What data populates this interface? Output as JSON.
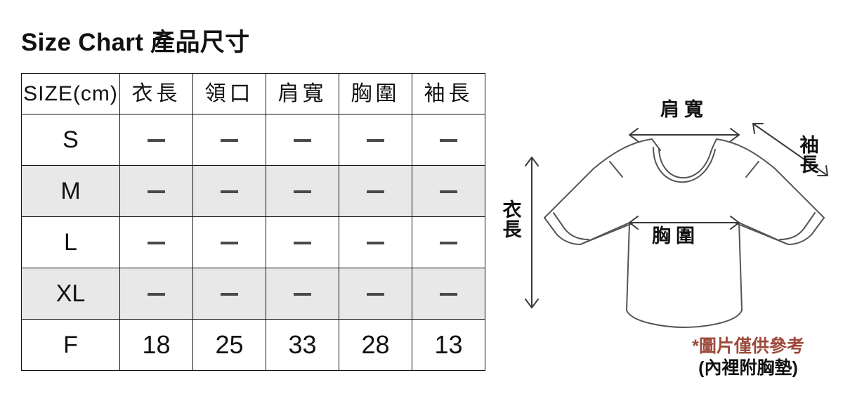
{
  "page": {
    "title": "Size Chart 產品尺寸"
  },
  "table": {
    "columns": [
      "SIZE(cm)",
      "衣長",
      "領口",
      "肩寬",
      "胸圍",
      "袖長"
    ],
    "rows": [
      {
        "size": "S",
        "values": [
          "—",
          "—",
          "—",
          "—",
          "—"
        ],
        "shaded": false
      },
      {
        "size": "M",
        "values": [
          "—",
          "—",
          "—",
          "—",
          "—"
        ],
        "shaded": true
      },
      {
        "size": "L",
        "values": [
          "—",
          "—",
          "—",
          "—",
          "—"
        ],
        "shaded": false
      },
      {
        "size": "XL",
        "values": [
          "—",
          "—",
          "—",
          "—",
          "—"
        ],
        "shaded": true
      },
      {
        "size": "F",
        "values": [
          "18",
          "25",
          "33",
          "28",
          "13"
        ],
        "shaded": false
      }
    ],
    "shaded_row_color": "#e8e8e8",
    "border_color": "#111111"
  },
  "diagram": {
    "labels": {
      "shoulder_width": "肩寬",
      "sleeve_length": "袖長",
      "body_length": "衣長",
      "chest": "胸圍"
    },
    "line_color": "#555555"
  },
  "footnote": {
    "line1": "*圖片僅供參考",
    "line2": "(內裡附胸墊)",
    "line1_color": "#9d4a3c",
    "line2_color": "#111111"
  }
}
